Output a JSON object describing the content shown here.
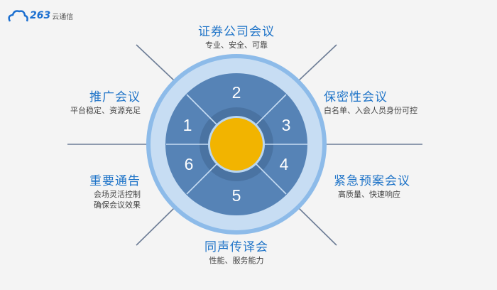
{
  "logo": {
    "number": "263",
    "name": "云通信"
  },
  "center": {
    "segments": [
      "1",
      "2",
      "3",
      "4",
      "5",
      "6"
    ],
    "colors": {
      "outer_ring": "#8dbbe9",
      "ring_fill": "#c7ddf3",
      "segments": "#5683b6",
      "inner_ring": "#4a73a2",
      "core": "#f2b400"
    }
  },
  "features": [
    {
      "title": "证券公司会议",
      "desc": [
        "专业、安全、可靠"
      ]
    },
    {
      "title": "推广会议",
      "desc": [
        "平台稳定、资源充足"
      ]
    },
    {
      "title": "保密性会议",
      "desc": [
        "白名单、入会人员身份可控"
      ]
    },
    {
      "title": "重要通告",
      "desc": [
        "会场灵活控制",
        "确保会议效果"
      ]
    },
    {
      "title": "紧急预案会议",
      "desc": [
        "高质量、快速响应"
      ]
    },
    {
      "title": "同声传译会",
      "desc": [
        "性能、服务能力"
      ]
    }
  ]
}
